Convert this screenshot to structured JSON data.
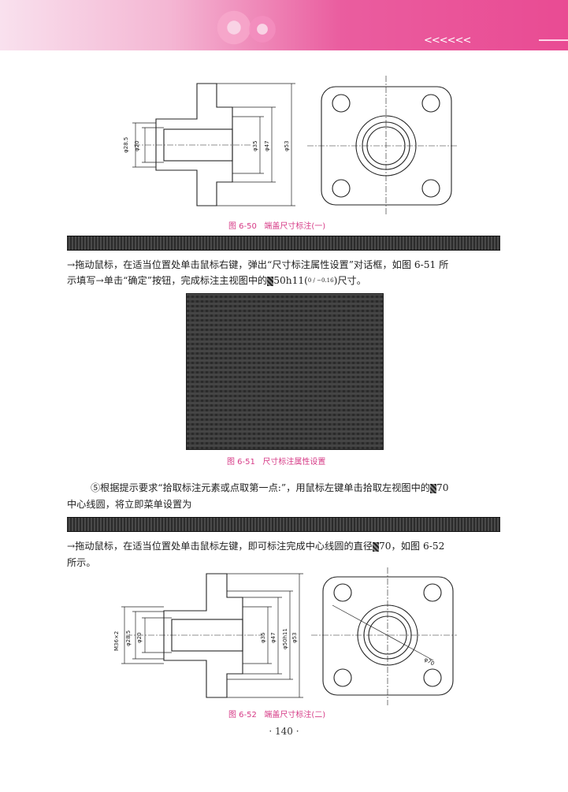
{
  "header": {
    "chevrons": "<<<<<<"
  },
  "figures": {
    "fig50": {
      "caption": "图 6-50   端盖尺寸标注(一)"
    },
    "fig51": {
      "caption": "图 6-51   尺寸标注属性设置"
    },
    "fig52": {
      "caption": "图 6-52   端盖尺寸标注(二)"
    }
  },
  "dims50": {
    "d1": "φ28.5",
    "d2": "φ20",
    "d3": "φ35",
    "d4": "φ47",
    "d5": "φ53"
  },
  "dims52": {
    "d0": "M36×2",
    "d1": "φ28.5",
    "d2": "φ20",
    "d3": "φ35",
    "d4": "φ47",
    "d5": "φ50h11",
    "d6": "φ53",
    "d7": "φ70"
  },
  "para1": {
    "line1": "→拖动鼠标，在适当位置处单击鼠标右键，弹出“尺寸标注属性设置”对话框，如图 6-51 所",
    "line2a": "示填写→单击“确定”按钮，完成标注主视图中的",
    "line2b": "50h11(",
    "tol": "0 / −0.16",
    "line2c": ")尺寸。"
  },
  "para2": {
    "line1a": "⑤根据提示要求“拾取标注元素或点取第一点:”，用鼠标左键单击拾取左视图中的",
    "line1b": "70",
    "line2": "中心线圆，将立即菜单设置为"
  },
  "para3": {
    "line1a": "→拖动鼠标，在适当位置处单击鼠标左键，即可标注完成中心线圆的直径",
    "line1b": "70，如图 6-52",
    "line2": "所示。"
  },
  "page_number": "· 140 ·"
}
